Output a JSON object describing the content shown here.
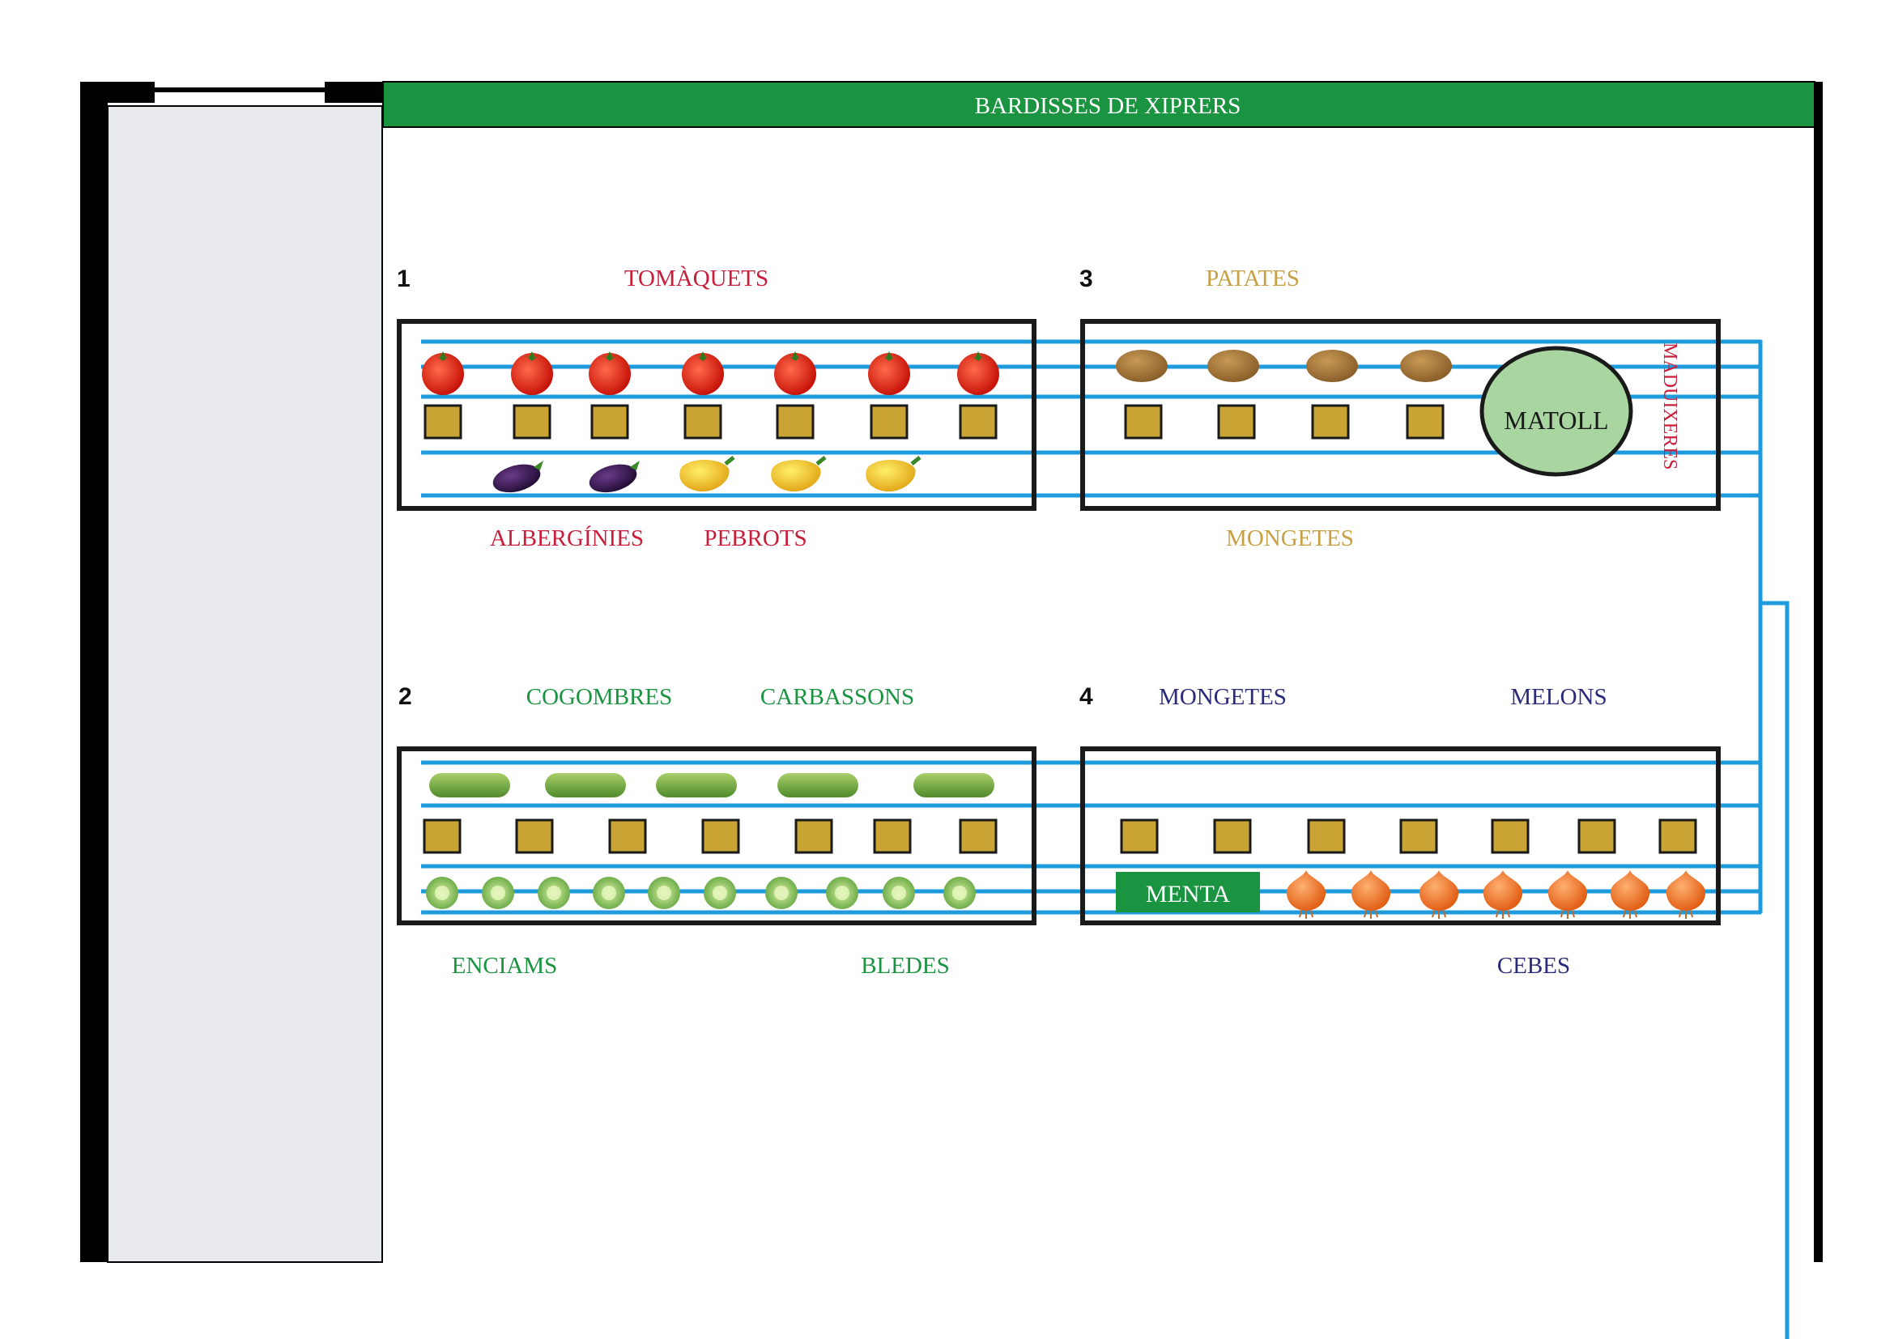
{
  "colors": {
    "green_header": "#1a9440",
    "pipe": "#1e9bdc",
    "frame": "#000000",
    "path_fill": "#e8eaed",
    "stake": "#c9a434",
    "matoll": "#a9d6a0",
    "red_label": "#c81e3a",
    "gold_label": "#c8a043",
    "green_label": "#1a9440",
    "navy_label": "#2a2a7a"
  },
  "header": {
    "title": "BARDISSES DE XIPRERS"
  },
  "beds": [
    {
      "number": "1",
      "top_labels": [
        "TOMÀQUETS"
      ],
      "bottom_labels": [
        "ALBERGÍNIES",
        "PEBROTS"
      ],
      "counts": {
        "tomatoes": 7,
        "stakes": 7,
        "eggplants": 2,
        "peppers": 3
      }
    },
    {
      "number": "2",
      "top_labels": [
        "COGOMBRES",
        "CARBASSONS"
      ],
      "bottom_labels": [
        "ENCIAMS",
        "BLEDES"
      ],
      "counts": {
        "cucumbers": 5,
        "stakes": 7,
        "lettuces": 10
      }
    },
    {
      "number": "3",
      "top_labels": [
        "PATATES"
      ],
      "bottom_labels": [
        "MONGETES"
      ],
      "side_label": "MADUIXERES",
      "counts": {
        "potatoes": 4,
        "stakes": 4
      }
    },
    {
      "number": "4",
      "top_labels": [
        "MONGETES",
        "MELONS"
      ],
      "bottom_labels": [
        "CEBES"
      ],
      "counts": {
        "stakes": 7,
        "onions": 7
      }
    }
  ],
  "matoll": {
    "label": "MATOLL"
  },
  "menta": {
    "label": "MENTA"
  }
}
